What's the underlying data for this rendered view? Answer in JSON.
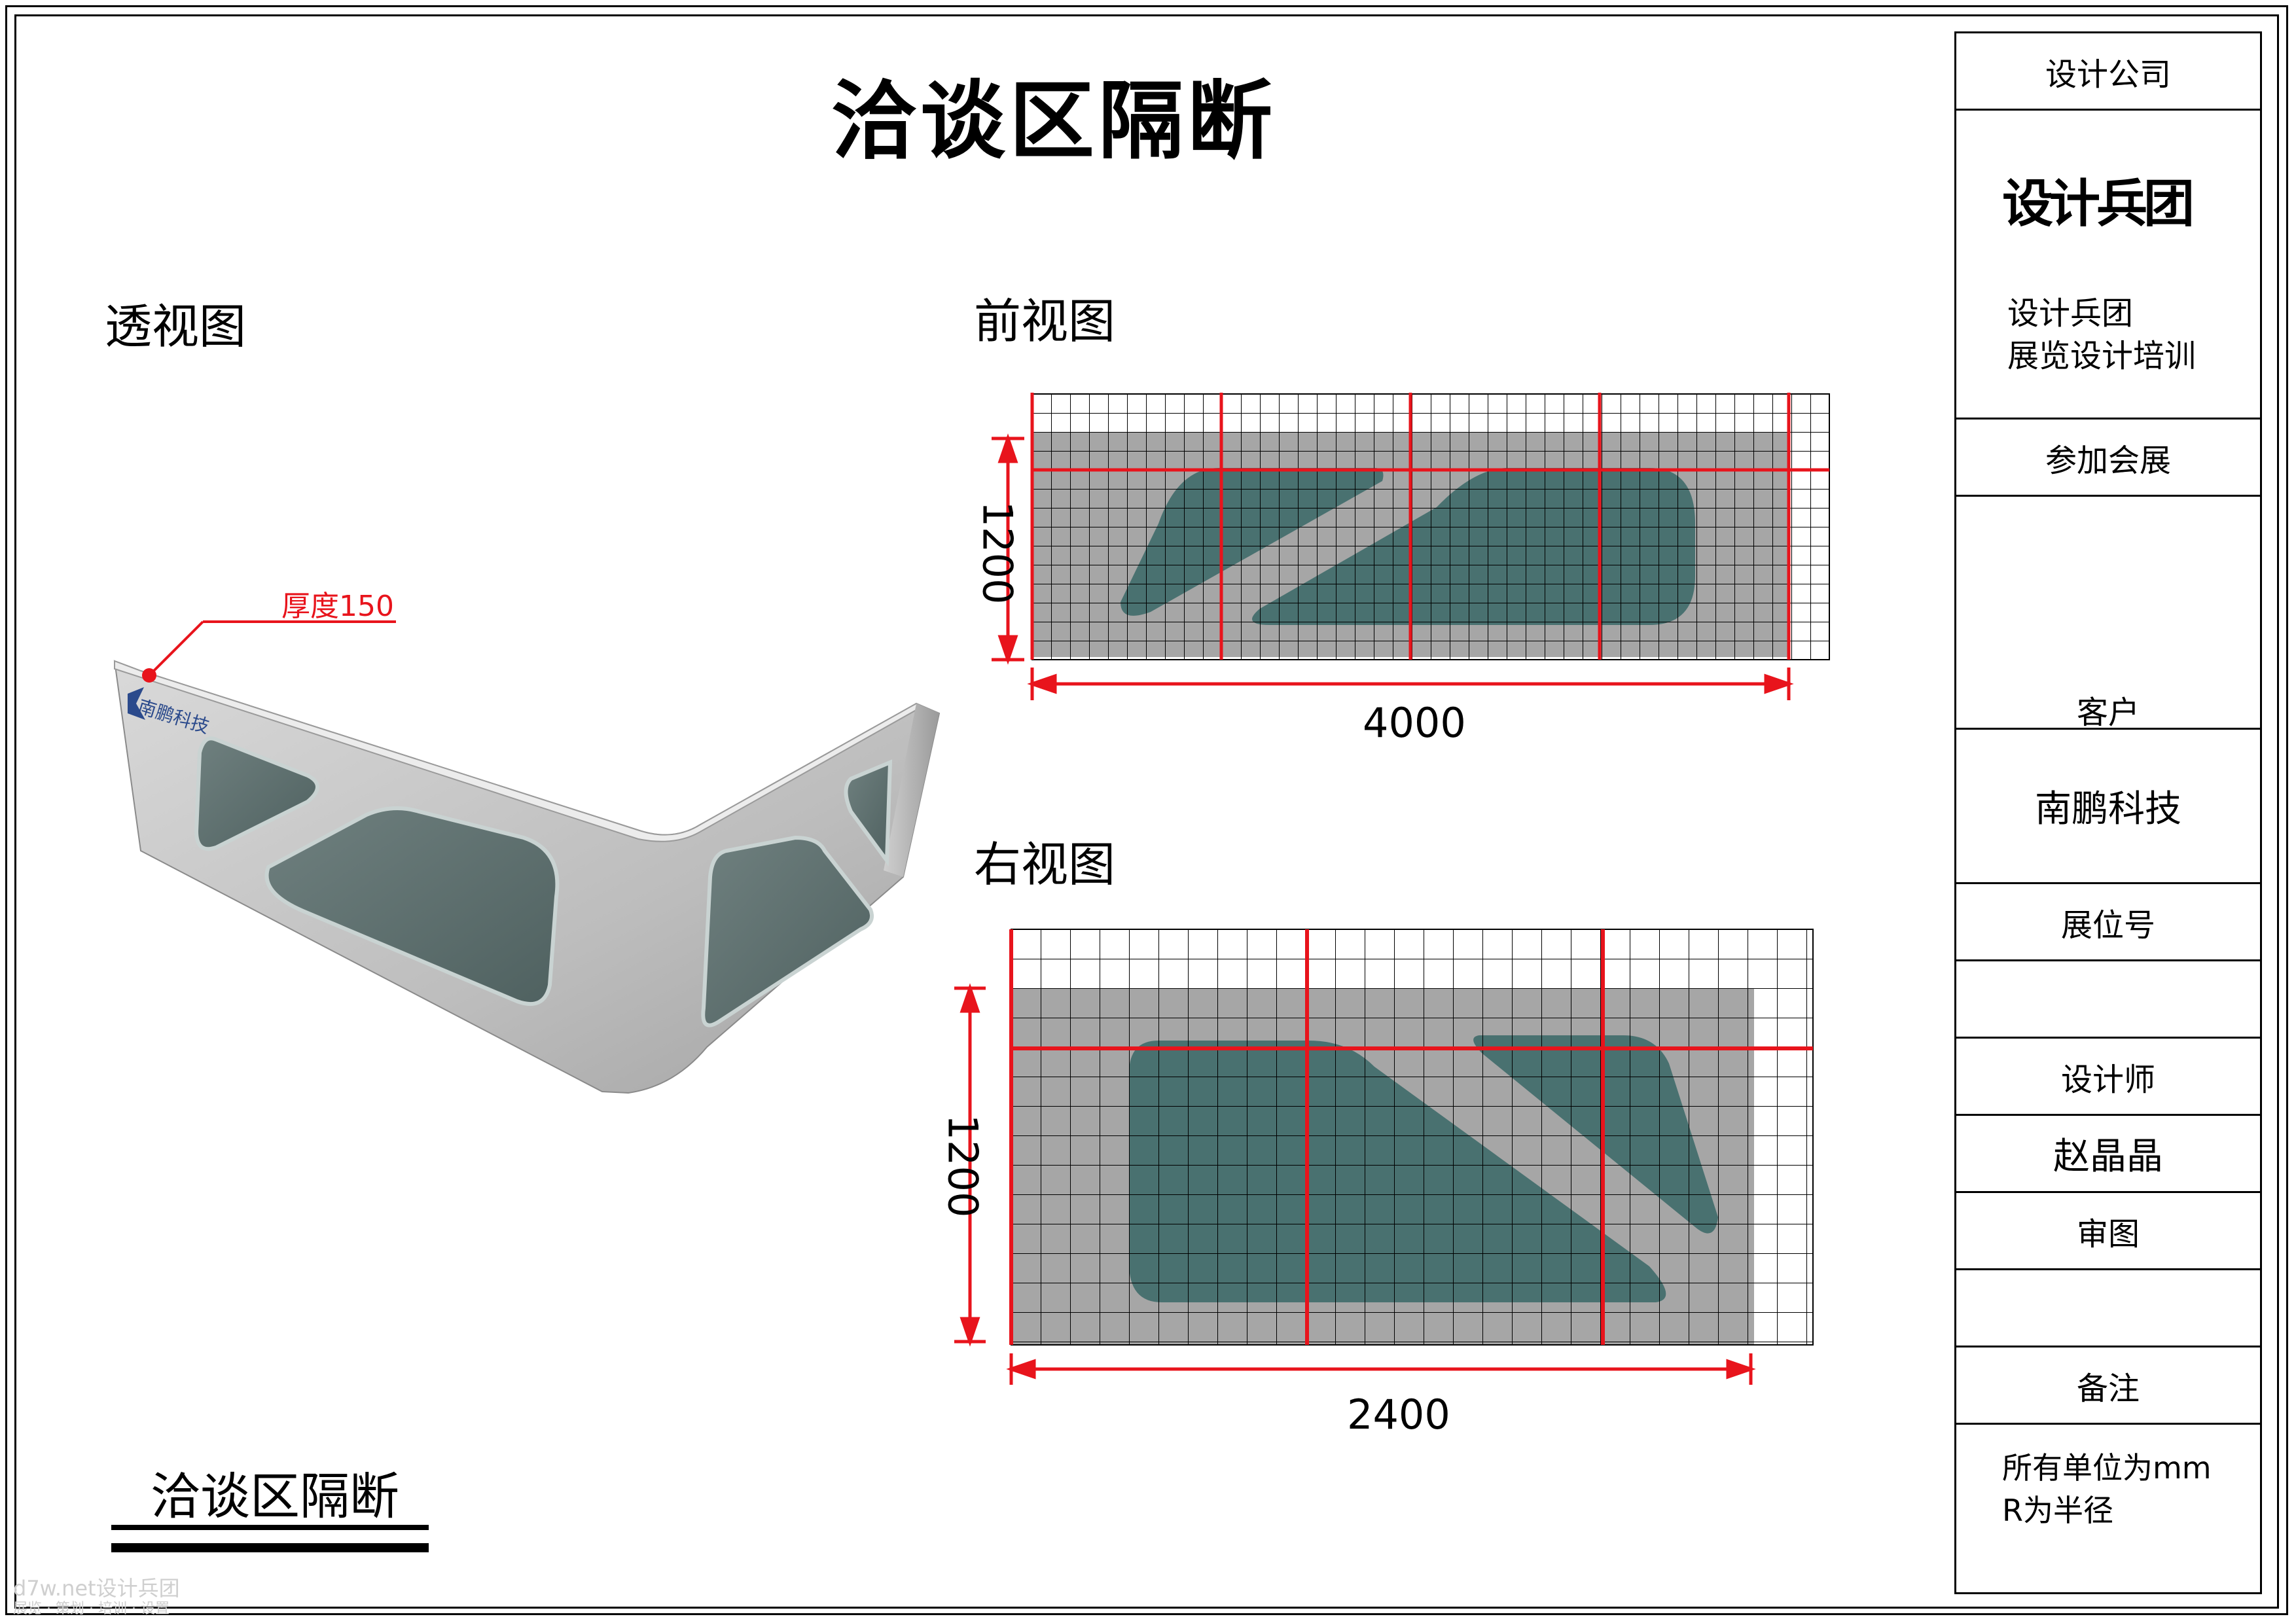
{
  "drawing": {
    "main_title": "洽谈区隔断",
    "bottom_title": "洽谈区隔断",
    "views": {
      "perspective_label": "透视图",
      "front_label": "前视图",
      "right_label": "右视图"
    },
    "annotations": {
      "thickness": "厚度150",
      "brand_on_model": "南鹏科技"
    },
    "front_view": {
      "width_dim": "4000",
      "height_dim": "1200"
    },
    "right_view": {
      "width_dim": "2400",
      "height_dim": "1200"
    },
    "watermark_line1": "d7w.net设计兵团",
    "watermark_line2": "展览 · 策划 · 培训 · 设置"
  },
  "title_block": {
    "design_company_label": "设计公司",
    "logo_text": "设计兵团",
    "company_line1": "设计兵团",
    "company_line2": "展览设计培训",
    "event_label": "参加会展",
    "event_value": "",
    "client_label": "客户",
    "client_value": "南鹏科技",
    "booth_label": "展位号",
    "booth_value": "",
    "designer_label": "设计师",
    "designer_value": "赵晶晶",
    "review_label": "审图",
    "review_value": "",
    "notes_label": "备注",
    "notes_line1": "所有单位为mm",
    "notes_line2": "R为半径"
  },
  "colors": {
    "dimension_red": "#e8141c",
    "panel_gray": "#a6a6a6",
    "glass_teal": "#3f6c6a"
  }
}
